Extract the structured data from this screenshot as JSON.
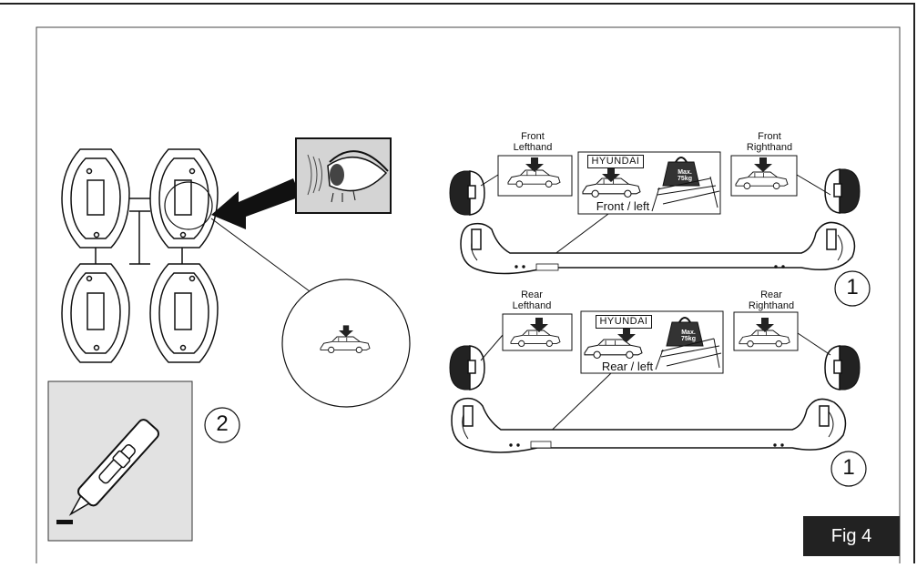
{
  "figure": {
    "label": "Fig 4"
  },
  "callouts": {
    "bar_front": "1",
    "bar_rear": "1",
    "knife": "2"
  },
  "front_set": {
    "left_label": "Front\nLefthand",
    "right_label": "Front\nRighthand",
    "brand": "HYUNDAI",
    "position": "Front / left",
    "weight": "Max.\n75kg"
  },
  "rear_set": {
    "left_label": "Rear\nLefthand",
    "right_label": "Rear\nRighthand",
    "brand": "HYUNDAI",
    "position": "Rear / left",
    "weight": "Max.\n75kg"
  },
  "icons": [
    "eye-icon",
    "arrow-icon",
    "car-icon",
    "weight-icon",
    "utility-knife-icon"
  ]
}
